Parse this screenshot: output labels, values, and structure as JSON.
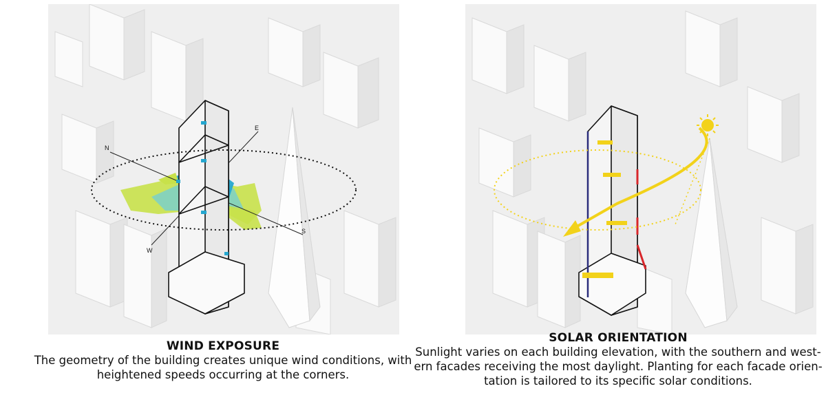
{
  "wind": {
    "title": "WIND EXPOSURE",
    "lines": [
      "The geometry of the building creates unique wind conditions, with",
      "heightened speeds occurring at the corners."
    ],
    "compass": {
      "n": "N",
      "e": "E",
      "s": "S",
      "w": "W"
    },
    "colors": {
      "deep": "#1c5fa8",
      "mid": "#25a7cf",
      "light": "#7fd0c3",
      "low": "#c8e14a"
    }
  },
  "solar": {
    "title": "SOLAR ORIENTATION",
    "lines": [
      "Sunlight varies on each building elevation, with the southern and west-",
      "ern facades receiving the most daylight. Planting for each facade orien-",
      "tation is tailored to its specific solar conditions."
    ],
    "colors": {
      "sun": "#f2d21a",
      "south_facade": "#d8262a",
      "west_facade": "#2b2d7c"
    }
  }
}
